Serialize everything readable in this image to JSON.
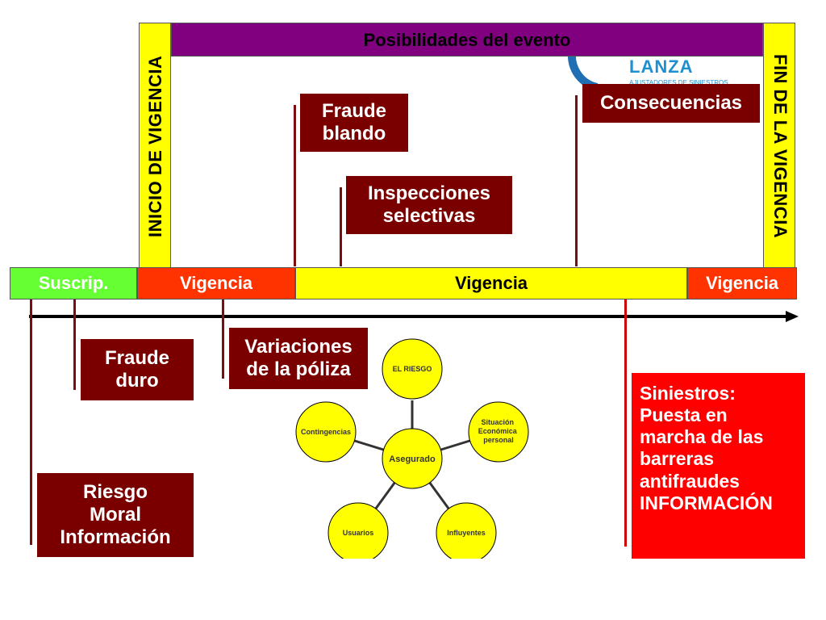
{
  "logo": {
    "name": "LANZA",
    "tagline": "AJUSTADORES DE SINIESTROS"
  },
  "header": {
    "title": "Posibilidades del evento"
  },
  "side_labels": {
    "start": "INICIO DE VIGENCIA",
    "end": "FIN DE LA VIGENCIA"
  },
  "timeline": {
    "segments": [
      {
        "label": "Suscrip.",
        "color": "#66ff33"
      },
      {
        "label": "Vigencia",
        "color": "#ff3300"
      },
      {
        "label": "Vigencia",
        "color": "#ffff00"
      },
      {
        "label": "Vigencia",
        "color": "#ff3300"
      }
    ]
  },
  "events_above": {
    "fraude_blando": "Fraude\nblando",
    "inspecciones": "Inspecciones\nselectivas",
    "consecuencias": "Consecuencias"
  },
  "events_below": {
    "fraude_duro": "Fraude\nduro",
    "variaciones": "Variaciones\nde la póliza",
    "riesgo_moral": "Riesgo\nMoral\nInformación",
    "siniestros": "Siniestros:\nPuesta en\nmarcha de las\nbarreras\nantifraudes\nINFORMACIÓN"
  },
  "network": {
    "center": "Asegurado",
    "nodes": [
      "EL RIESGO",
      "Situación\nEconómica\npersonal",
      "Influyentes",
      "Usuarios",
      "Contingencias"
    ]
  },
  "colors": {
    "dark_red": "#7a0000",
    "purple": "#800080",
    "yellow": "#ffff00",
    "red": "#ff0000",
    "green": "#66ff33",
    "orange_red": "#ff3300"
  }
}
